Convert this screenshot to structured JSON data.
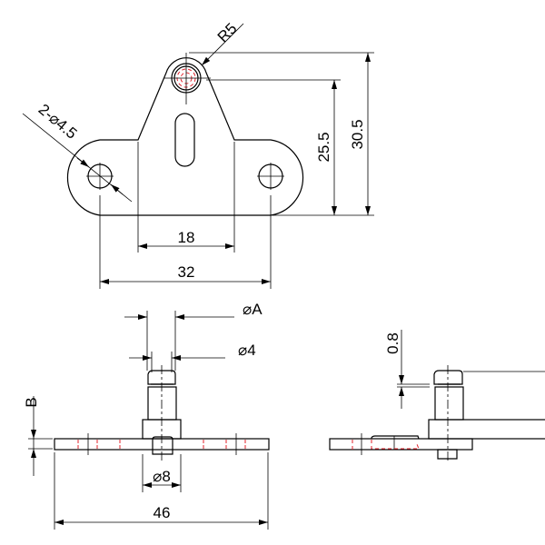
{
  "drawing": {
    "top_view": {
      "radius_label": "R5",
      "holes_label": "2-⌀4.5",
      "height_inner_label": "25.5",
      "height_outer_label": "30.5",
      "neck_width_label": "18",
      "hole_spacing_label": "32"
    },
    "front_view": {
      "dia_a_label": "⌀A",
      "dia_pin_label": "⌀4",
      "dia_hub_label": "⌀8",
      "thickness_label": "B",
      "length_label": "46"
    },
    "side_view": {
      "groove_label": "0.8"
    },
    "colors": {
      "line": "#000000",
      "hidden": "#e0202a"
    }
  }
}
